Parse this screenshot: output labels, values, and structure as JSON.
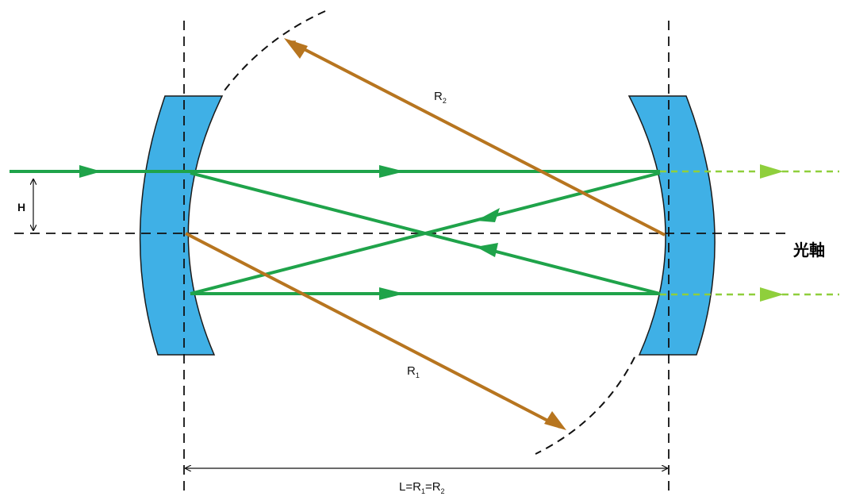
{
  "diagram": {
    "labels": {
      "optical_axis": "光軸",
      "height": "H",
      "r1_main": "R",
      "r1_sub": "1",
      "r2_main": "R",
      "r2_sub": "2",
      "length_L": "L=R",
      "length_sub1": "1",
      "length_eq": "=R",
      "length_sub2": "2"
    },
    "colors": {
      "mirror_fill": "#3fb0e6",
      "beam": "#1fa34a",
      "beam_exit": "#8fcf3c",
      "radius_arrow": "#b7751f",
      "line": "#111111"
    }
  }
}
